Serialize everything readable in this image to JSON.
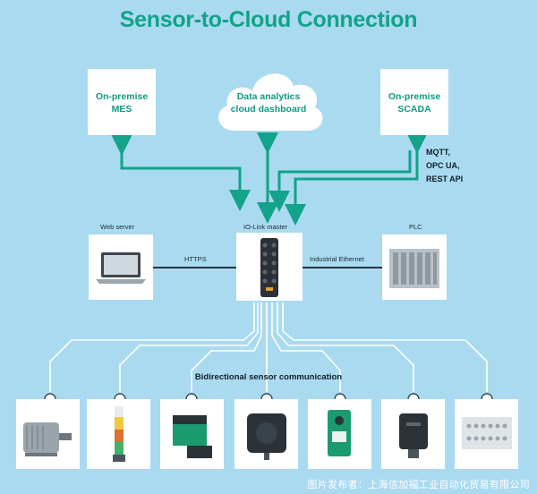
{
  "title": "Sensor-to-Cloud Connection",
  "nodes": {
    "mes": {
      "line1": "On-premise",
      "line2": "MES"
    },
    "cloud": {
      "line1": "Data analytics",
      "line2": "cloud dashboard"
    },
    "scada": {
      "line1": "On-premise",
      "line2": "SCADA"
    },
    "web_server": "Web server",
    "iolink_master": "IO-Link master",
    "plc": "PLC"
  },
  "protocols": {
    "mqtt": "MQTT,",
    "opcua": "OPC UA,",
    "rest": "REST API"
  },
  "links": {
    "https": "HTTPS",
    "ethernet": "Industrial Ethernet"
  },
  "sensor_section_label": "Bidirectional sensor communication",
  "sensors": [
    {
      "icon": "electric-motor"
    },
    {
      "icon": "signal-tower-light"
    },
    {
      "icon": "inductive-sensor"
    },
    {
      "icon": "rfid-reader"
    },
    {
      "icon": "photoelectric-sensor"
    },
    {
      "icon": "ultrasonic-sensor"
    },
    {
      "icon": "io-module"
    }
  ],
  "watermark": "图片发布者：上海信加福工业自动化贸易有限公司",
  "colors": {
    "background": "#a9daf0",
    "accent": "#12a38a",
    "line": "#ffffff",
    "arrow": "#12a38a"
  }
}
